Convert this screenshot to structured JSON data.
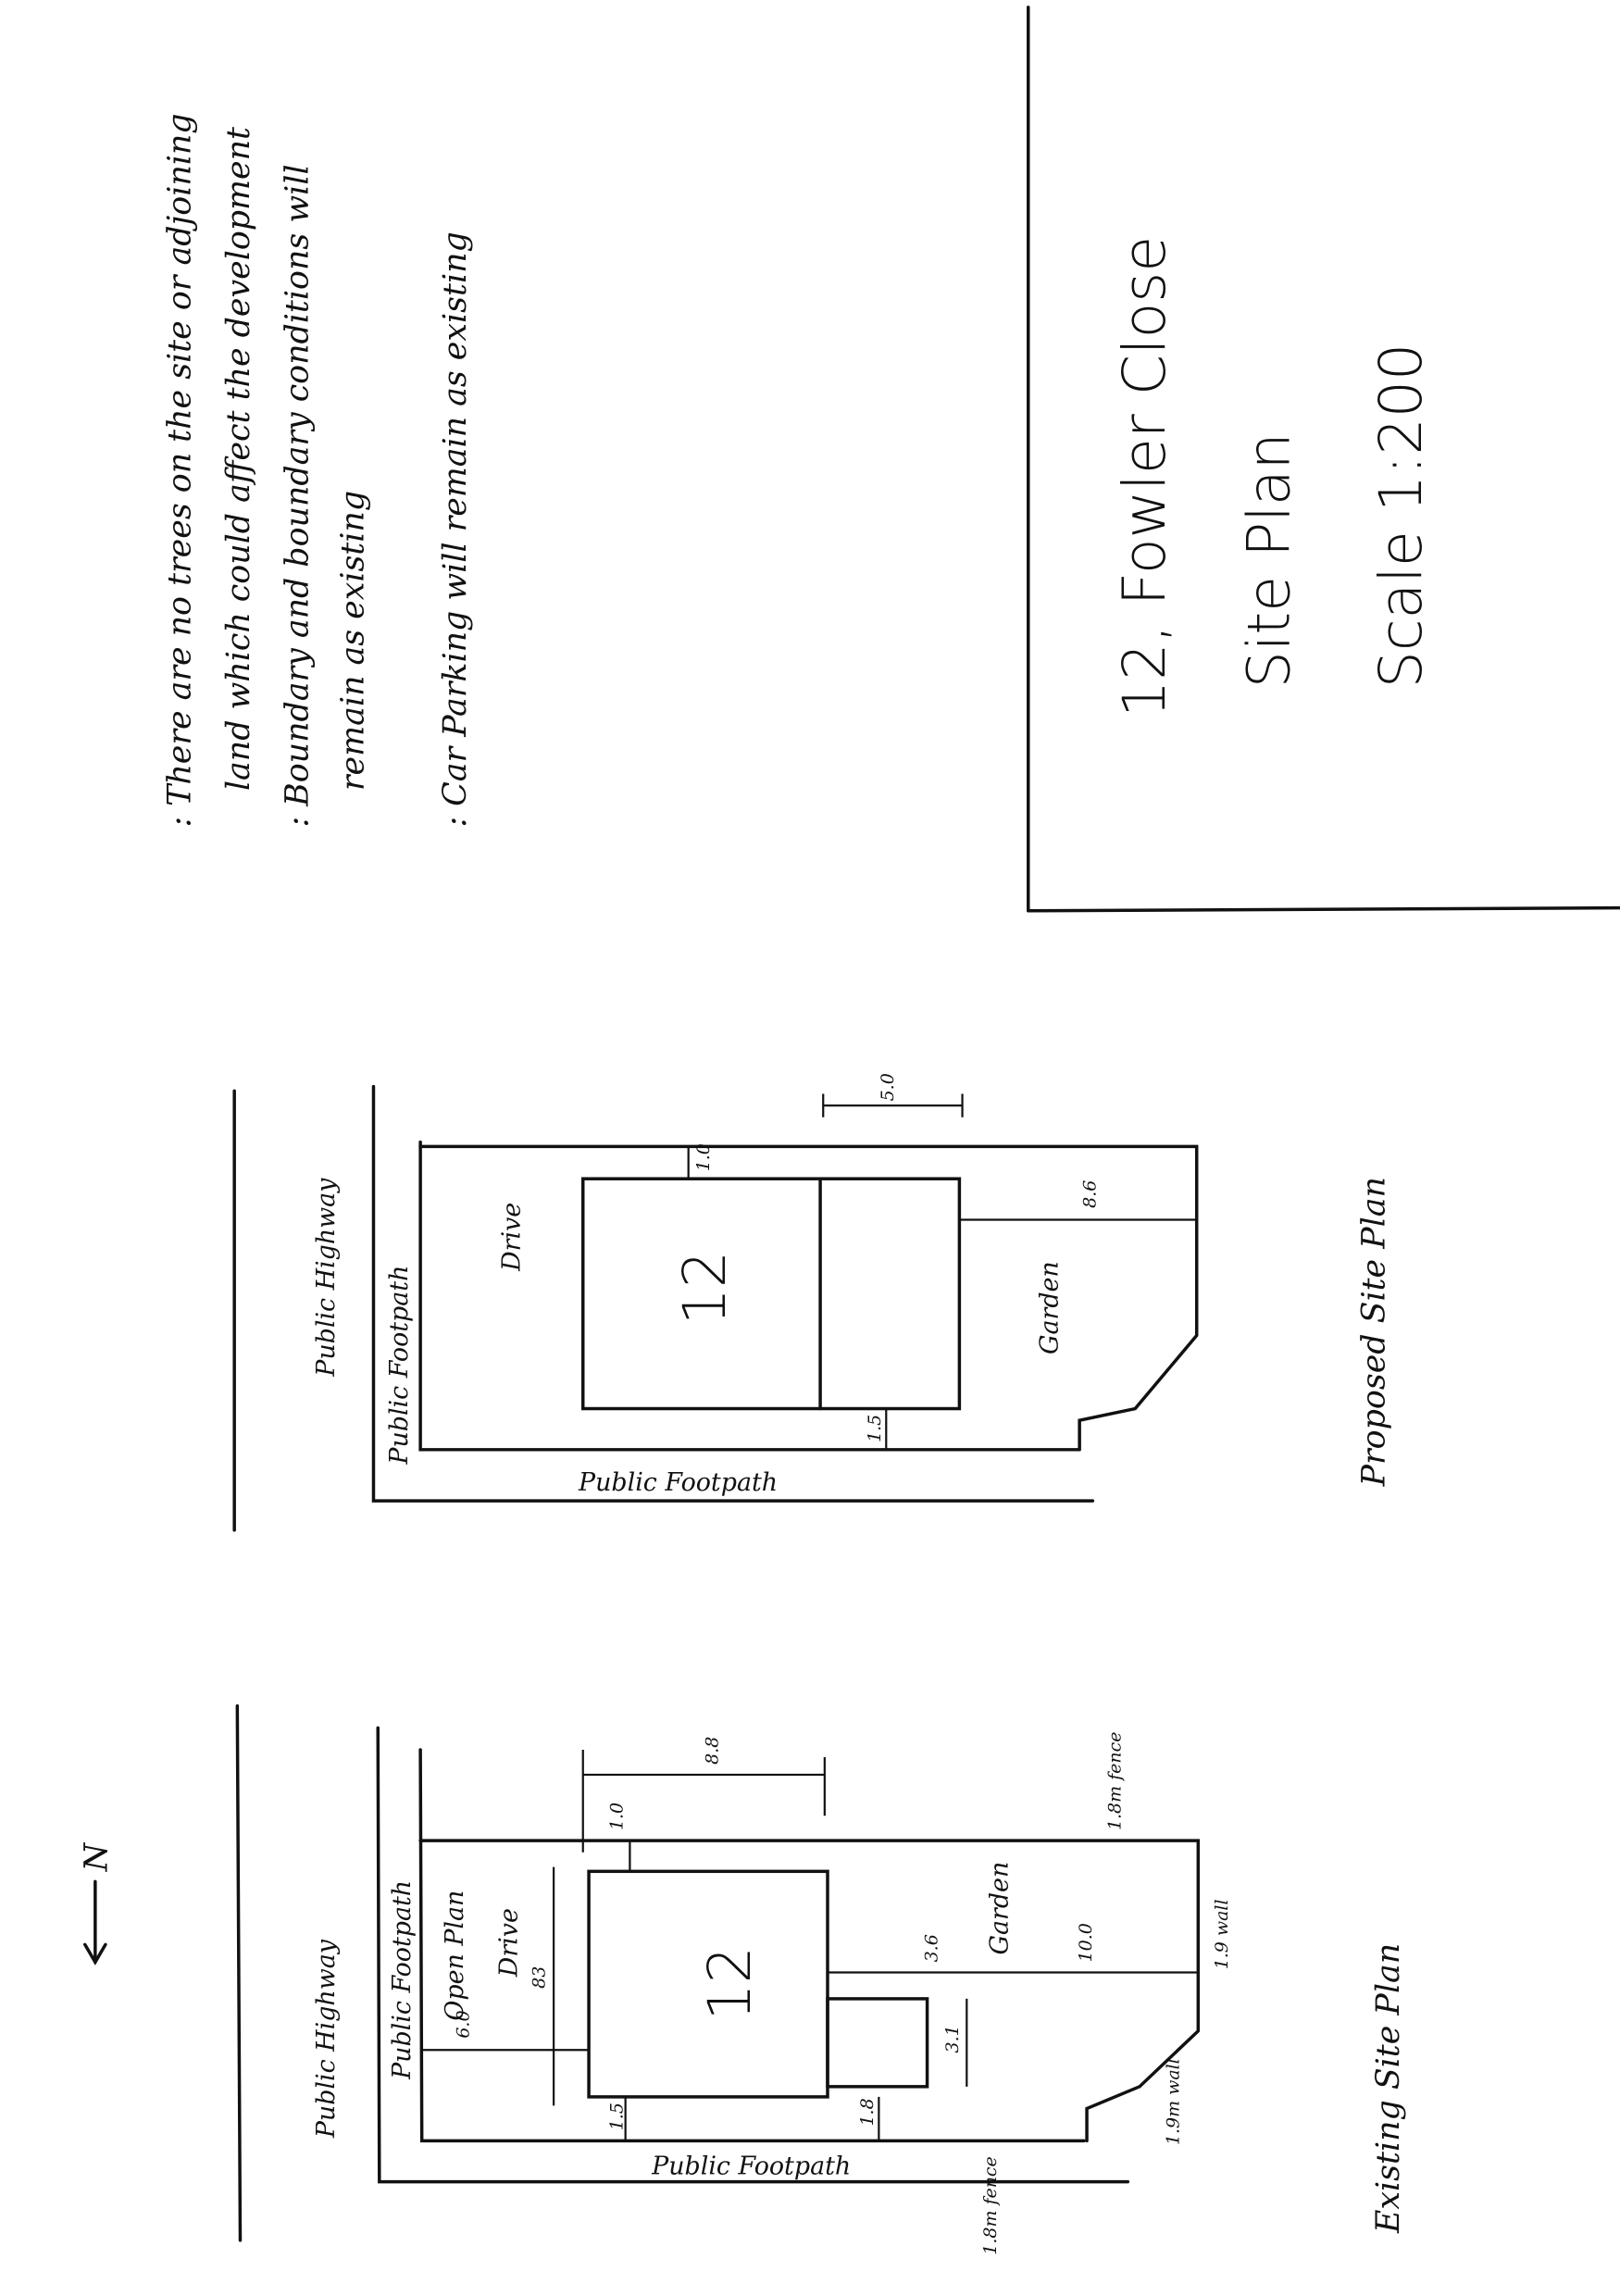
{
  "notes": [
    ": There are no trees on the site or adjoining",
    "land which could affect the development",
    ": Boundary and boundary conditions will",
    "remain as existing",
    ": Car Parking will remain as existing"
  ],
  "title_block": {
    "address": "12, Fowler Close",
    "drawing": "Site Plan",
    "scale": "Scale 1:200"
  },
  "proposed": {
    "title": "Proposed Site Plan",
    "highway": "Public Highway",
    "footpath_side": "Public Footpath",
    "footpath_bottom": "Public Footpath",
    "house_number": "12",
    "drive": "Drive",
    "garden": "Garden",
    "dims": {
      "front": "1.0",
      "rear": "8.6",
      "side": "1.5",
      "scale_bar": "5.0"
    }
  },
  "existing": {
    "title": "Existing Site Plan",
    "highway": "Public Highway",
    "footpath_side": "Public Footpath",
    "footpath_bottom": "Public Footpath",
    "house_number": "12",
    "open_plan": "Open Plan",
    "drive": "Drive",
    "garden": "Garden",
    "dims": {
      "top": "8.8",
      "front": "1.0",
      "depth": "83",
      "drive": "6.0",
      "rear_ext": "3.6",
      "garden": "10.0",
      "ext_width": "3.1",
      "side_ext": "1.8",
      "side": "1.5"
    },
    "boundaries": {
      "fence_top": "1.8m fence",
      "wall_right": "1.9 wall",
      "wall_corner": "1.9m wall",
      "fence_bottom": "1.8m fence"
    }
  },
  "north": {
    "label": "N",
    "icon": "north-arrow-icon"
  }
}
